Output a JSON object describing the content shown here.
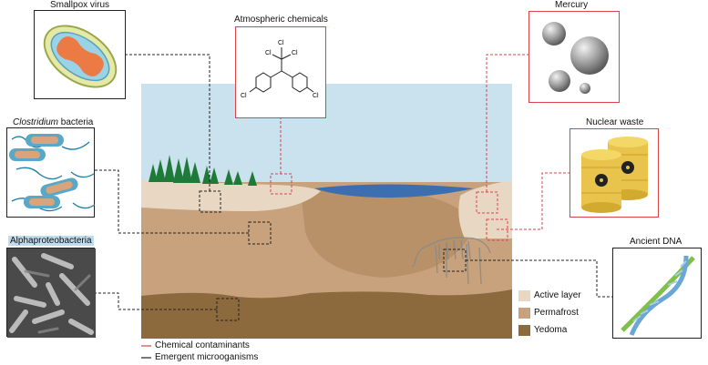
{
  "panels": {
    "smallpox": "Smallpox virus",
    "atmospheric": "Atmospheric chemicals",
    "mercury": "Mercury",
    "clostridium_italic": "Clostridium",
    "clostridium_rest": " bacteria",
    "nuclear": "Nuclear waste",
    "alpha": "Alphaproteobacteria",
    "ancient_dna": "Ancient DNA"
  },
  "molecule": {
    "cl_top": "Cl",
    "cl_left": "Cl",
    "cl_right": "Cl",
    "cl_ring_left": "Cl",
    "cl_ring_right": "Cl"
  },
  "soil_legend": [
    {
      "label": "Active layer",
      "color": "#e8d8c3"
    },
    {
      "label": "Permafrost",
      "color": "#c7a27c"
    },
    {
      "label": "Yedoma",
      "color": "#8c6a3e"
    }
  ],
  "line_legend": [
    {
      "label": "Chemical contaminants",
      "color": "#d9434b"
    },
    {
      "label": "Emergent microoganisms",
      "color": "#222222"
    }
  ]
}
